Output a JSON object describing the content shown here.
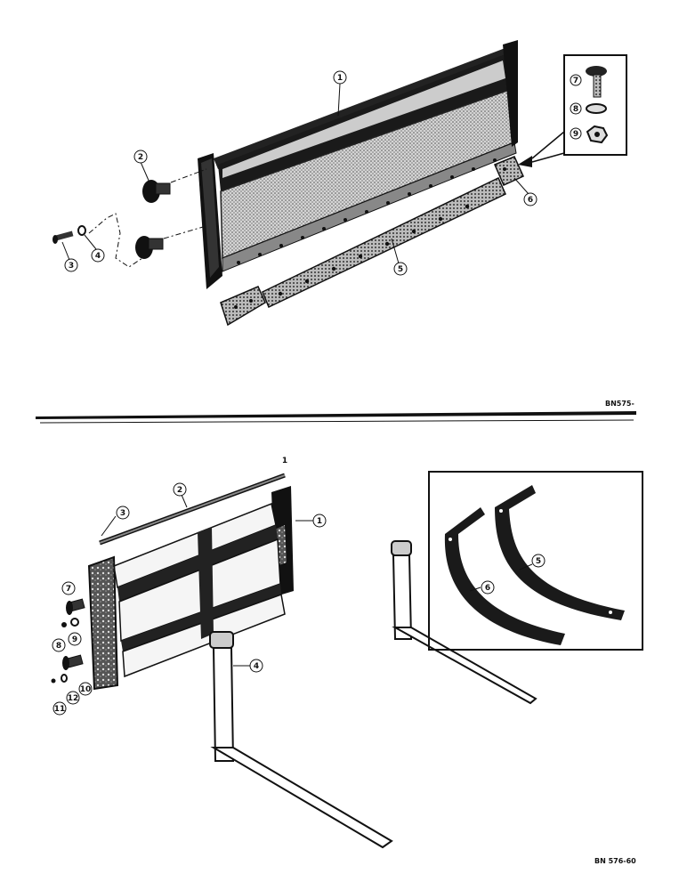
{
  "top_diagram": {
    "drawing_code": "BN575-",
    "callouts": [
      "1",
      "2",
      "3",
      "4",
      "5",
      "6",
      "7",
      "8",
      "9"
    ]
  },
  "bottom_diagram": {
    "drawing_code": "BN 576-60",
    "callouts": [
      "1",
      "2",
      "3",
      "1",
      "4",
      "7",
      "8",
      "9",
      "10",
      "11",
      "12",
      "6",
      "5"
    ]
  }
}
